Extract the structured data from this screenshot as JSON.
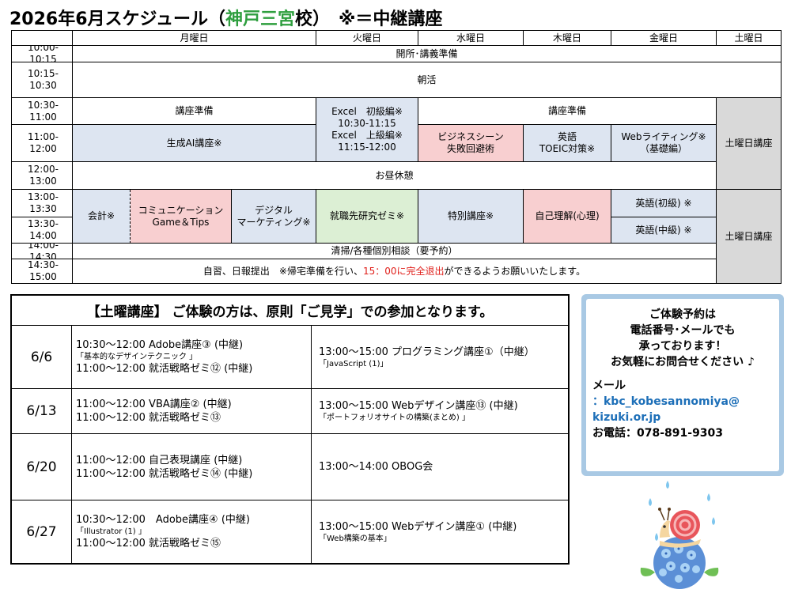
{
  "title": {
    "prefix": "2026年6月スケジュール（",
    "campus": "神戸三宮",
    "suffix": "校）　※＝中継講座"
  },
  "days": [
    "月曜日",
    "火曜日",
    "水曜日",
    "木曜日",
    "金曜日",
    "土曜日"
  ],
  "times": [
    "10:00-10:15",
    "10:15-10:30",
    "10:30-11:00",
    "11:00-12:00",
    "12:00-13:00",
    "13:00-13:30",
    "13:30-14:00",
    "14:00-14:30",
    "14:30-15:00"
  ],
  "cells": {
    "open": "開所･講義準備",
    "morning": "朝活",
    "mon_prep": "講座準備",
    "tue_excel": "Excel　初級編※\n10:30-11:15\nExcel　上級編※\n11:15-12:00",
    "wed_fri_prep": "講座準備",
    "sat_am": "土曜日講座",
    "mon_ai": "生成AI講座※",
    "wed_biz": "ビジネスシーン\n失敗回避術",
    "thu_eng": "英語\nTOEIC対策※",
    "fri_web": "Webライティング※\n（基礎編）",
    "lunch": "お昼休憩",
    "kaikei": "会計※",
    "comm": "コミュニケーション\nGame＆Tips",
    "digital": "デジタル\nマーケティング※",
    "shushoku": "就職先研究ゼミ※",
    "special": "特別講座※",
    "jiko": "自己理解(心理)",
    "eng_basic": "英語(初級) ※",
    "eng_mid": "英語(中級) ※",
    "sat_pm": "土曜日講座",
    "cleaning": "清掃/各種個別相談（要予約）",
    "study_a": "自習、日報提出　※帰宅準備を行い、",
    "study_red": "15：00に完全退出",
    "study_b": "ができるようお願いいたします。"
  },
  "saturday": {
    "header": "【土曜講座】 ご体験の方は、原則「ご見学」での参加となります。",
    "rows": [
      {
        "date": "6/6",
        "am1": "10:30～12:00 Adobe講座③ (中継)",
        "am1_sub": "「基本的なデザインテクニック 」",
        "am2": "11:00～12:00 就活戦略ゼミ⑫ (中継)",
        "pm": "13:00～15:00 プログラミング講座①（中継）",
        "pm_sub": "「JavaScript (1)」"
      },
      {
        "date": "6/13",
        "am1": "11:00～12:00 VBA講座② (中継)",
        "am1_sub": "",
        "am2": "11:00～12:00 就活戦略ゼミ⑬",
        "pm": "13:00～15:00 Webデザイン講座⑬ (中継)",
        "pm_sub": "「ポートフォリオサイトの構築(まとめ) 」"
      },
      {
        "date": "6/20",
        "am1": "11:00～12:00 自己表現講座 (中継)",
        "am1_sub": "",
        "am2": "11:00～12:00 就活戦略ゼミ⑭ (中継)",
        "pm": "13:00～14:00 OBOG会",
        "pm_sub": ""
      },
      {
        "date": "6/27",
        "am1": "10:30～12:00　Adobe講座④ (中継)",
        "am1_sub": "「Illustrator (1) 」",
        "am2": "11:00～12:00 就活戦略ゼミ⑮",
        "pm": "13:00～15:00 Webデザイン講座① (中継)",
        "pm_sub": "「Web構築の基本」"
      }
    ]
  },
  "info": {
    "lines": [
      "ご体験予約は",
      "電話番号･メールでも",
      "承っております！",
      "お気軽にお問合せください ♪"
    ],
    "mail_label": "メール",
    "mail_1": "：kbc_kobesannomiya@",
    "mail_2": "kizuki.or.jp",
    "phone": "お電話：078-891-9303"
  },
  "colors": {
    "blue": "#dde5f1",
    "pink": "#f8cfd0",
    "green": "#dcefd4",
    "gray": "#d9d9d9",
    "campus": "#2e9e3e",
    "warning": "#e0201b",
    "frame": "#a9c9e4"
  },
  "icons": [
    "snail-on-hydrangea-illustration",
    "raindrop-icon"
  ]
}
